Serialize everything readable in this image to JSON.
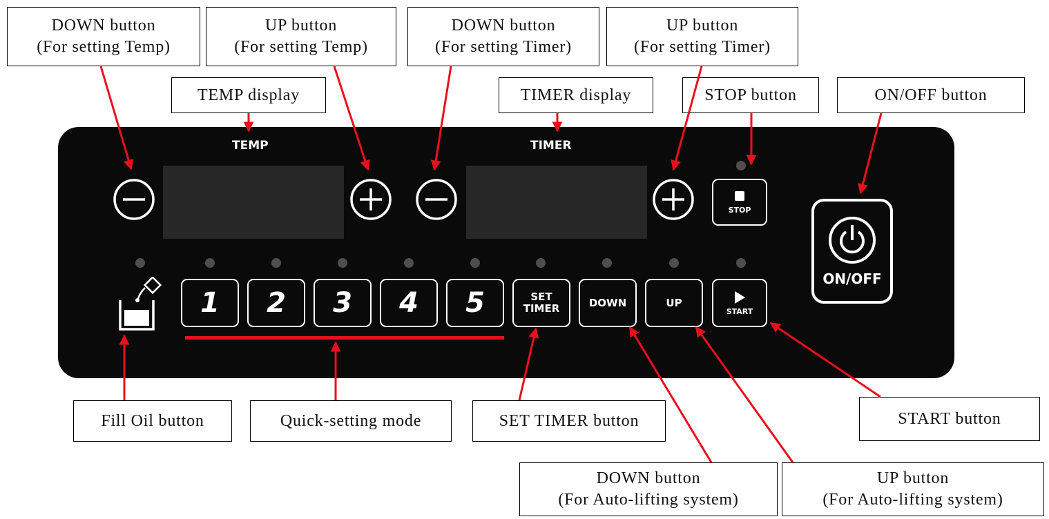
{
  "callouts": {
    "down_temp": [
      "DOWN button",
      "(For setting Temp)"
    ],
    "up_temp": [
      "UP button",
      "(For setting Temp)"
    ],
    "down_timer": [
      "DOWN button",
      "(For setting Timer)"
    ],
    "up_timer": [
      "UP button",
      "(For setting Timer)"
    ],
    "temp_display": "TEMP display",
    "timer_display": "TIMER display",
    "stop_button": "STOP button",
    "onoff_button": "ON/OFF button",
    "fill_oil": "Fill Oil button",
    "quick_setting": "Quick-setting mode",
    "set_timer_button": "SET TIMER button",
    "start_button": "START button",
    "down_lift": [
      "DOWN button",
      "(For Auto-lifting system)"
    ],
    "up_lift": [
      "UP button",
      "(For Auto-lifting system)"
    ]
  },
  "panel": {
    "temp_label": "TEMP",
    "timer_label": "TIMER",
    "preset_keys": [
      "1",
      "2",
      "3",
      "4",
      "5"
    ],
    "set_timer_key": [
      "SET",
      "TIMER"
    ],
    "down_key": "DOWN",
    "up_key": "UP",
    "start_key": "START",
    "stop_key": "STOP",
    "onoff_key": "ON/OFF"
  },
  "colors": {
    "panel": "#0a0a0a",
    "arrow": "#e8101c",
    "display": "#272727",
    "led": "#4e4e4e"
  }
}
